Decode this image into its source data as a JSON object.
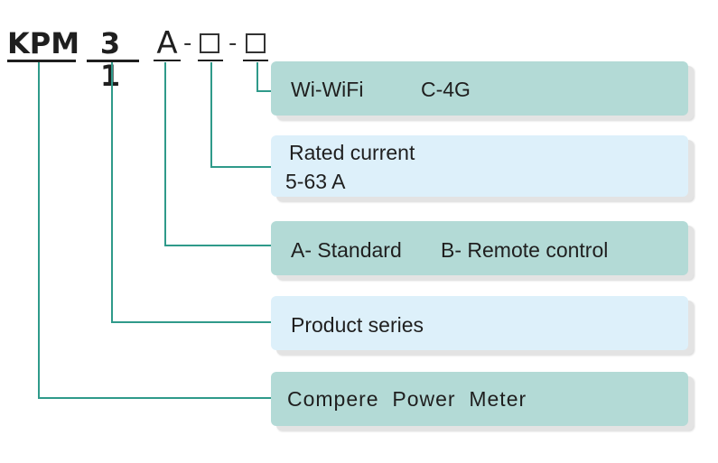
{
  "model_code": {
    "part1": "KPM",
    "part2": "3 1",
    "part3": "A",
    "dash1": "-",
    "dash2": "-"
  },
  "colors": {
    "green_box": "#b3dad6",
    "blue_box": "#ddf0fa",
    "connector": "#2f9a8a"
  },
  "boxes": {
    "wifi": {
      "option_w": "Wi-WiFi",
      "option_c": "C-4G"
    },
    "current": {
      "title": "Rated current",
      "range": "5-63 A"
    },
    "type": {
      "option_a": "A- Standard",
      "option_b": "B- Remote control"
    },
    "series": {
      "label": "Product series"
    },
    "brand": {
      "label": "Compere  Power  Meter"
    }
  }
}
